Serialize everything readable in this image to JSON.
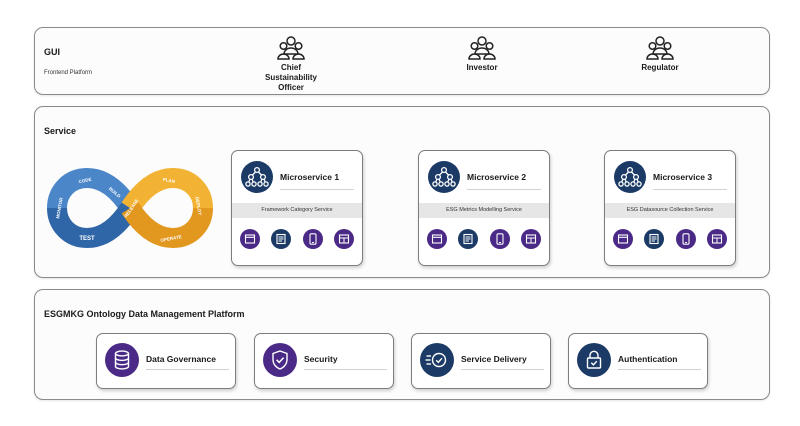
{
  "gui": {
    "title": "GUI",
    "subtitle": "Frontend Platform",
    "roles": [
      {
        "label": "Chief Sustainability Officer",
        "icon": "users-group-icon"
      },
      {
        "label": "Investor",
        "icon": "users-group-icon"
      },
      {
        "label": "Regulator",
        "icon": "users-group-icon"
      }
    ]
  },
  "service": {
    "title": "Service",
    "devops_cycle": {
      "labels": [
        "CODE",
        "BUILD",
        "TEST",
        "PLAN",
        "RELEASE",
        "DEPLOY",
        "OPERATE",
        "MONITOR"
      ],
      "colors": {
        "dev": "#4a86c8",
        "dev_dark": "#2f66a8",
        "ops": "#f2b233",
        "ops_dark": "#e2971e"
      }
    },
    "microservices": [
      {
        "title": "Microservice 1",
        "band": "Framework Category Service"
      },
      {
        "title": "Microservice 2",
        "band": "ESG Metrics Modelling Service"
      },
      {
        "title": "Microservice 3",
        "band": "ESG Datasource Collection Service"
      }
    ],
    "mini_icons": [
      "browser-window-icon",
      "document-icon",
      "mobile-phone-icon",
      "dashboard-grid-icon"
    ]
  },
  "data_platform": {
    "title": "ESGMKG Ontology Data Management Platform",
    "modules": [
      {
        "title": "Data Governance",
        "icon": "database-icon"
      },
      {
        "title": "Security",
        "icon": "shield-check-icon"
      },
      {
        "title": "Service Delivery",
        "icon": "fast-check-icon"
      },
      {
        "title": "Authentication",
        "icon": "lock-check-icon"
      }
    ]
  },
  "colors": {
    "navy": "#1c3a66",
    "purple": "#4a2a86",
    "border": "#8a8a8a",
    "band": "#e6e6e6"
  }
}
